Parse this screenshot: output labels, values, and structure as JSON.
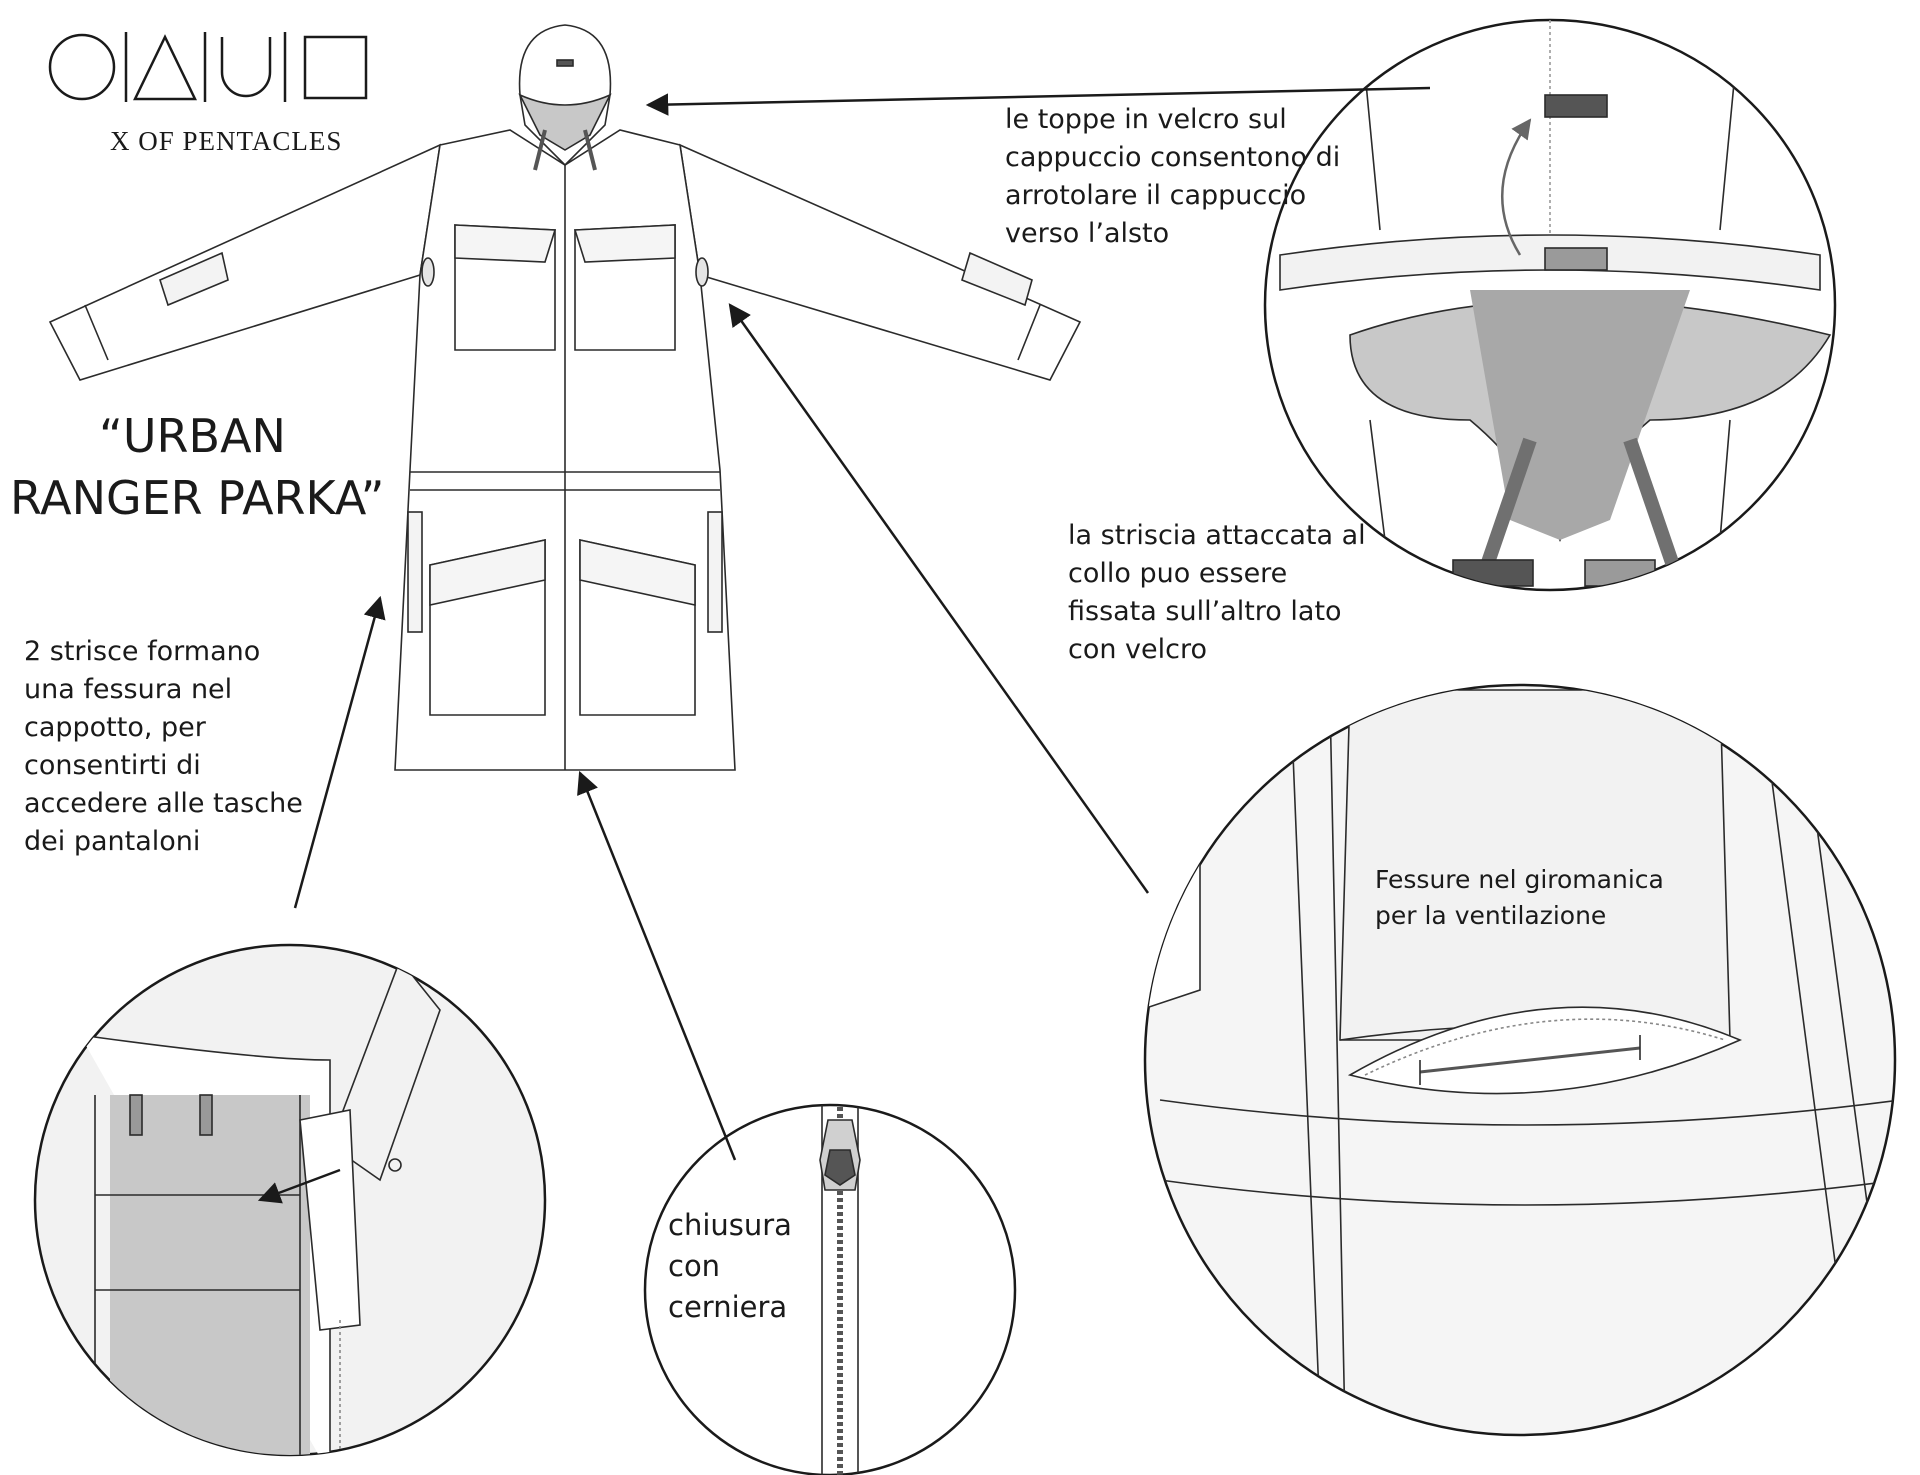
{
  "brand": {
    "name": "X OF PENTACLES"
  },
  "title": {
    "line1": "“URBAN",
    "line2": "RANGER PARKA”"
  },
  "annotations": {
    "hood": {
      "lines": [
        "le toppe in velcro sul",
        "cappuccio consentono di",
        "arrotolare il cappuccio",
        "verso l’alsto"
      ]
    },
    "collar": {
      "lines": [
        "la striscia attaccata al",
        "collo puo essere",
        "fissata sull’altro lato",
        "con velcro"
      ]
    },
    "side_slit": {
      "lines": [
        "2 strisce formano",
        "una fessura nel",
        "cappotto, per",
        "consentirti di",
        "accedere alle tasche",
        "dei pantaloni"
      ]
    },
    "zipper": {
      "lines": [
        "chiusura",
        "con",
        "cerniera"
      ]
    },
    "vent": {
      "lines": [
        "Fessure nel giromanica",
        "per la ventilazione"
      ]
    }
  },
  "colors": {
    "line": "#2b2b2b",
    "light_fill": "#f2f2f2",
    "mid_grey": "#c8c8c8",
    "dark_grey": "#707070",
    "velcro_dark": "#555555",
    "velcro_light": "#9a9a9a"
  }
}
